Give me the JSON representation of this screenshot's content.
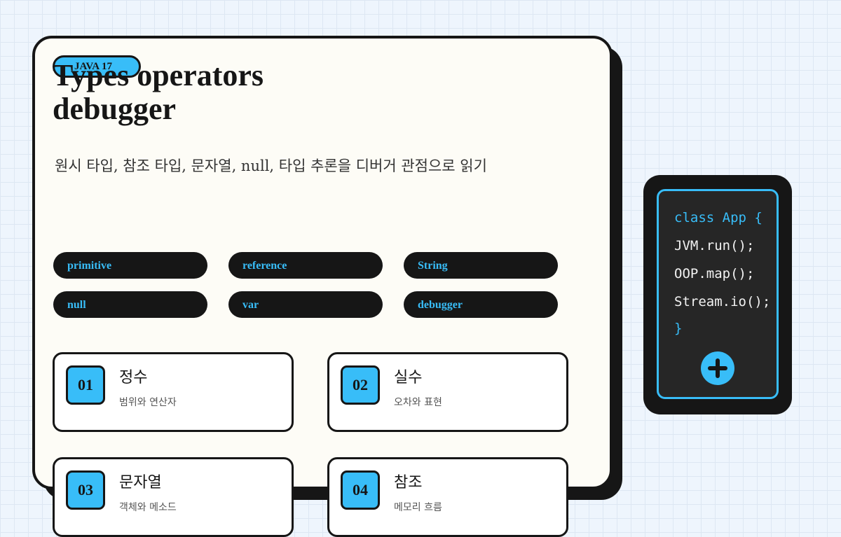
{
  "header": {
    "badge": "JAVA 17",
    "title": "Types operators debugger",
    "subtitle": "원시 타입, 참조 타입, 문자열, null, 타입 추론을 디버거 관점으로 읽기"
  },
  "tags": [
    "primitive",
    "reference",
    "String",
    "null",
    "var",
    "debugger"
  ],
  "topics": [
    {
      "num": "01",
      "title": "정수",
      "desc": "범위와 연산자"
    },
    {
      "num": "02",
      "title": "실수",
      "desc": "오차와 표현"
    },
    {
      "num": "03",
      "title": "문자열",
      "desc": "객체와 메소드"
    },
    {
      "num": "04",
      "title": "참조",
      "desc": "메모리 흐름"
    }
  ],
  "code": {
    "lines": [
      "class App {",
      "JVM.run();",
      "OOP.map();",
      "Stream.io();",
      "}"
    ],
    "accent_color": "#38bdf8",
    "plus_icon": "plus-icon"
  },
  "colors": {
    "accent": "#38bdf8",
    "ink": "#161616",
    "card": "#fdfcf6",
    "background": "#eef5fd"
  }
}
